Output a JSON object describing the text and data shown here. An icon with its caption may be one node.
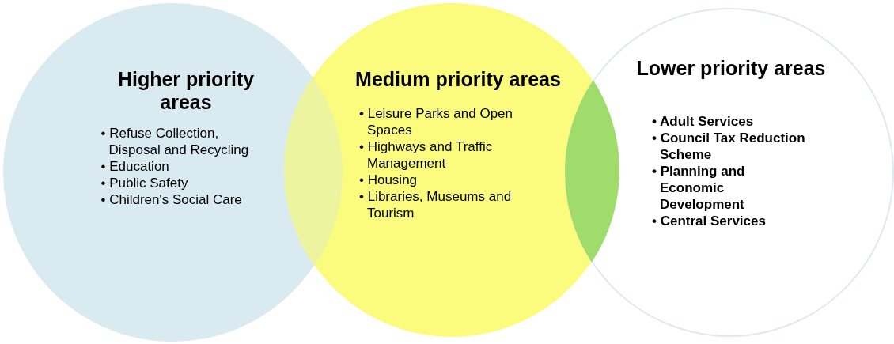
{
  "diagram": {
    "nodes": [
      {
        "text": [
          "Higher priority areas",
          "• Refuse Collection, Disposal and Recycling",
          "• Education",
          "• Public Safety",
          "• Children's Social Care"
        ]
      },
      {
        "text": [
          "Medium priority areas",
          "• Leisure Parks and Open Spaces",
          "• Highways and Traffic Management",
          "• Housing",
          "• Libraries, Museums and Tourism"
        ]
      },
      {
        "text": [
          "Lower priority areas",
          "• Adult Services",
          "• Council Tax Reduction Scheme",
          "• Planning and Economic Development",
          "• Central Services"
        ]
      }
    ]
  }
}
